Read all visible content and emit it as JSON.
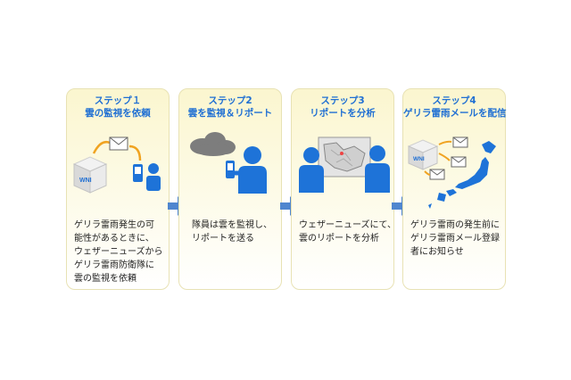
{
  "steps": [
    {
      "title_line1": "ステップ１",
      "title_line2": "雲の監視を依頼",
      "desc_lines": [
        "ゲリラ雷雨発生の可",
        "能性があるときに、",
        "ウェザーニューズから",
        "ゲリラ雷雨防衛隊に",
        "雲の監視を依頼"
      ],
      "box_label": "WNI"
    },
    {
      "title_line1": "ステップ2",
      "title_line2": "雲を監視＆リポート",
      "desc_lines": [
        "隊員は雲を監視し、",
        "リポートを送る"
      ]
    },
    {
      "title_line1": "ステップ3",
      "title_line2": "リポートを分析",
      "desc_lines": [
        "ウェザーニューズにて、",
        "雲のリポートを分析"
      ]
    },
    {
      "title_line1": "ステップ4",
      "title_line2": "ゲリラ雷雨メールを配信",
      "desc_lines": [
        "ゲリラ雷雨の発生前に",
        "ゲリラ雷雨メール登録",
        "者にお知らせ"
      ],
      "box_label": "WNI"
    }
  ],
  "colors": {
    "title": "#1f6fd3",
    "person": "#1e73d8",
    "arrow": "#4f86cf",
    "cloud": "#7d7d7d"
  }
}
